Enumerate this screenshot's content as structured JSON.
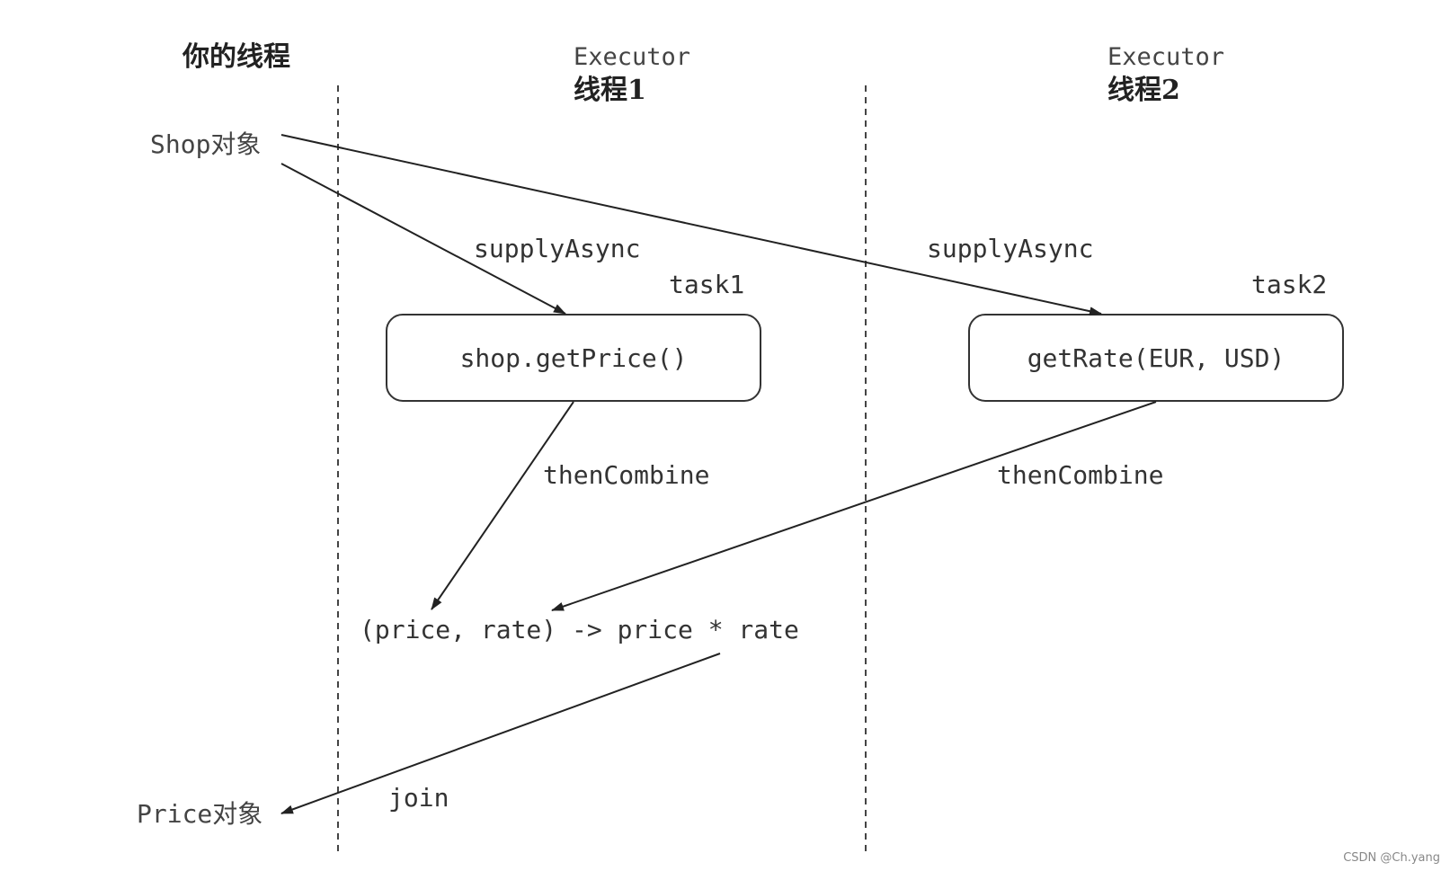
{
  "lanes": {
    "your_thread": "你的线程",
    "executor1_title": "Executor",
    "executor1_sub": "线程1",
    "executor2_title": "Executor",
    "executor2_sub": "线程2"
  },
  "objects": {
    "shop": "Shop对象",
    "price": "Price对象"
  },
  "edges": {
    "supply_async_1": "supplyAsync",
    "supply_async_2": "supplyAsync",
    "then_combine_1": "thenCombine",
    "then_combine_2": "thenCombine",
    "join": "join"
  },
  "tasks": {
    "task1_label": "task1",
    "task1_body": "shop.getPrice()",
    "task2_label": "task2",
    "task2_body": "getRate(EUR, USD)"
  },
  "combine_expr": "(price, rate) -> price * rate",
  "watermark": "CSDN @Ch.yang"
}
